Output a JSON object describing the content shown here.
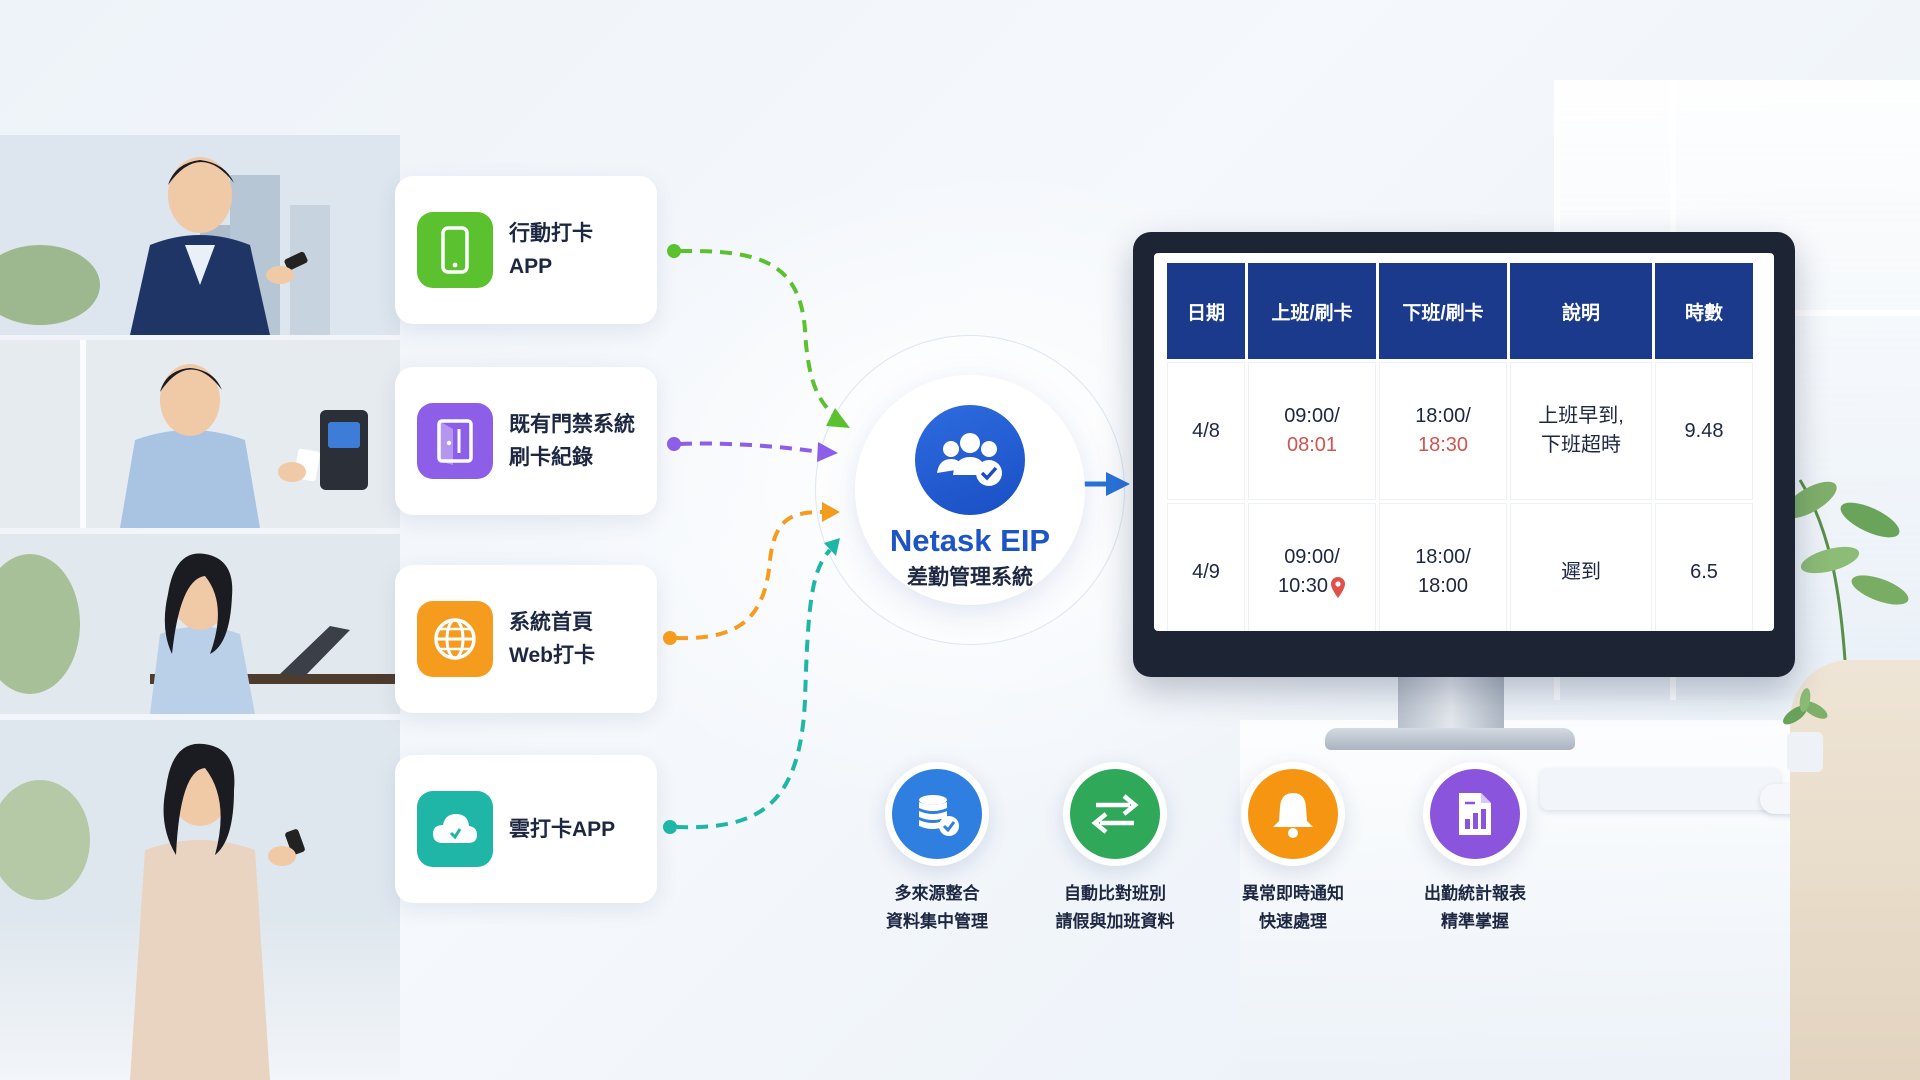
{
  "sources": [
    {
      "label": "行動打卡\nAPP",
      "icon": "mobile-phone-icon",
      "color": "#5cc12e"
    },
    {
      "label": "既有門禁系統\n刷卡紀錄",
      "icon": "door-access-icon",
      "color": "#8d5ee8"
    },
    {
      "label": "系統首頁\nWeb打卡",
      "icon": "globe-icon",
      "color": "#f59b1e"
    },
    {
      "label": "雲打卡APP",
      "icon": "cloud-icon",
      "color": "#1fb5a7"
    }
  ],
  "hub": {
    "brand": "Netask EIP",
    "subtitle": "差勤管理系統",
    "icon": "team-check-icon",
    "color": "#1e55c6"
  },
  "table": {
    "headers": [
      "日期",
      "上班/刷卡",
      "下班/刷卡",
      "說明",
      "時數"
    ],
    "rows": [
      {
        "date": "4/8",
        "in_plan": "09:00/",
        "in_actual": "08:01",
        "out_plan": "18:00/",
        "out_actual": "18:30",
        "note": "上班早到,\n下班超時",
        "hours": "9.48"
      },
      {
        "date": "4/9",
        "in_plan": "09:00/",
        "in_actual": "10:30",
        "out_plan": "18:00/",
        "out_actual": "18:00",
        "note": "遲到",
        "hours": "6.5"
      }
    ],
    "header_color": "#1c3a8c",
    "highlight_color": "#d2544e"
  },
  "features": [
    {
      "label": "多來源整合\n資料集中管理",
      "icon": "database-check-icon",
      "color": "#2f7fe0"
    },
    {
      "label": "自動比對班別\n請假與加班資料",
      "icon": "swap-arrows-icon",
      "color": "#30a85a"
    },
    {
      "label": "異常即時通知\n快速處理",
      "icon": "bell-icon",
      "color": "#f59512"
    },
    {
      "label": "出勤統計報表\n精準掌握",
      "icon": "report-chart-icon",
      "color": "#8a55dc"
    }
  ]
}
